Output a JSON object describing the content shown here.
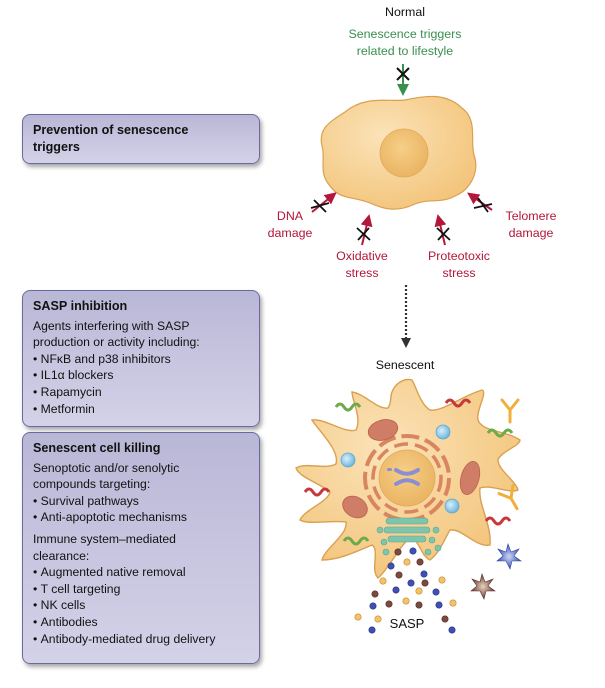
{
  "interventions": {
    "prevention": {
      "title": "Prevention of senescence triggers"
    },
    "sasp_inhibition": {
      "title": "SASP inhibition",
      "intro": "Agents interfering with SASP production or activity including:",
      "items": [
        "NFκB and p38 inhibitors",
        "IL1α blockers",
        "Rapamycin",
        "Metformin"
      ]
    },
    "cell_killing": {
      "title": "Senescent cell killing",
      "groups": [
        {
          "intro": "Senoptotic and/or senolytic compounds targeting:",
          "items": [
            "Survival pathways",
            "Anti-apoptotic mechanisms"
          ]
        },
        {
          "intro": "Immune system–mediated clearance:",
          "items": [
            "Augmented native removal",
            "T cell targeting",
            "NK cells",
            "Antibodies",
            "Antibody-mediated drug delivery"
          ]
        }
      ]
    }
  },
  "diagram": {
    "normal_label": "Normal",
    "lifestyle_trigger": [
      "Senescence triggers",
      "related to lifestyle"
    ],
    "triggers": {
      "dna": [
        "DNA",
        "damage"
      ],
      "oxidative": [
        "Oxidative",
        "stress"
      ],
      "proteotoxic": [
        "Proteotoxic",
        "stress"
      ],
      "telomere": [
        "Telomere",
        "damage"
      ]
    },
    "senescent_label": "Senescent",
    "sasp_label": "SASP"
  },
  "colors": {
    "box_fill": "#c6c4e0",
    "box_border": "#6b6a9e",
    "trigger_red": "#b3173a",
    "lifestyle_green": "#3a8f4f",
    "cell_fill": "#f6c97e",
    "cell_border": "#d9a050"
  }
}
